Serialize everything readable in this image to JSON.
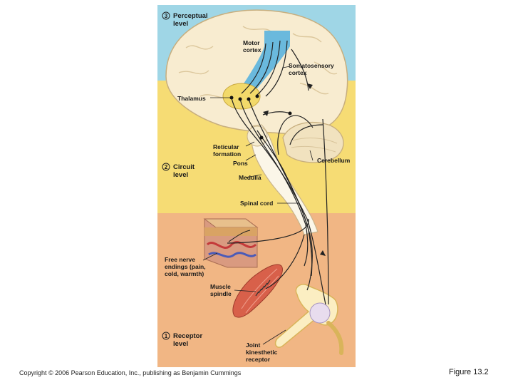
{
  "figure": {
    "colors": {
      "perceptual_band": "#9fd6e6",
      "circuit_band": "#f6dc74",
      "receptor_band": "#f1b684",
      "brain": "#f8ecd0",
      "cortex_strip": "#5ab4de",
      "thalamus": "#f2d96a",
      "pathway": "#222222"
    },
    "levels": [
      {
        "number": "3",
        "line1": "Perceptual",
        "line2": "level"
      },
      {
        "number": "2",
        "line1": "Circuit",
        "line2": "level"
      },
      {
        "number": "1",
        "line1": "Receptor",
        "line2": "level"
      }
    ],
    "labels": {
      "motor_cortex": [
        "Motor",
        "cortex"
      ],
      "somatosensory_cortex": [
        "Somatosensory",
        "cortex"
      ],
      "thalamus": "Thalamus",
      "reticular_formation": [
        "Reticular",
        "formation"
      ],
      "pons": "Pons",
      "cerebellum": "Cerebellum",
      "medulla": "Medulla",
      "spinal_cord": "Spinal cord",
      "free_nerve_endings": [
        "Free nerve",
        "endings (pain,",
        "cold, warmth)"
      ],
      "muscle_spindle": [
        "Muscle",
        "spindle"
      ],
      "joint_receptor": [
        "Joint",
        "kinesthetic",
        "receptor"
      ]
    }
  },
  "footer": {
    "copyright": "Copyright © 2006 Pearson Education, Inc., publishing as Benjamin Cummings",
    "figure_number": "Figure 13.2"
  }
}
